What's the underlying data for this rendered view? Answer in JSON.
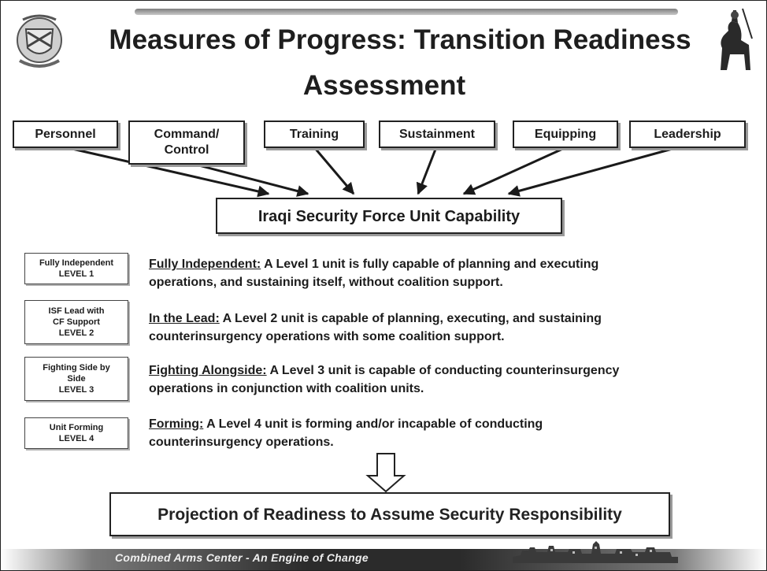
{
  "title": {
    "line1": "Measures of Progress:  Transition Readiness",
    "line2": "Assessment"
  },
  "categories": [
    {
      "line1": "Personnel",
      "line2": ""
    },
    {
      "line1": "Command/",
      "line2": "Control"
    },
    {
      "line1": "Training",
      "line2": ""
    },
    {
      "line1": "Sustainment",
      "line2": ""
    },
    {
      "line1": "Equipping",
      "line2": ""
    },
    {
      "line1": "Leadership",
      "line2": ""
    }
  ],
  "hub": "Iraqi Security Force Unit Capability",
  "levels": [
    {
      "badge": [
        "Fully Independent",
        "LEVEL 1"
      ],
      "term": "Fully Independent:",
      "text1": " A Level 1 unit is fully capable of planning and executing",
      "text2": "operations, and sustaining itself, without coalition support."
    },
    {
      "badge": [
        "ISF Lead with",
        "CF Support",
        "LEVEL 2"
      ],
      "term": "In the Lead:",
      "text1": " A Level 2 unit is capable of planning, executing, and sustaining",
      "text2": "counterinsurgency operations with some coalition support."
    },
    {
      "badge": [
        "Fighting Side by",
        "Side",
        "LEVEL 3"
      ],
      "term": "Fighting Alongside:",
      "text1": " A Level 3 unit is capable of conducting counterinsurgency",
      "text2": "operations in conjunction with coalition units."
    },
    {
      "badge": [
        "Unit Forming",
        "LEVEL 4"
      ],
      "term": "Forming:",
      "text1": " A Level 4 unit is forming and/or incapable of conducting",
      "text2": "counterinsurgency operations."
    }
  ],
  "result": "Projection of Readiness to Assume Security Responsibility",
  "footer": "Combined Arms Center - An Engine of Change",
  "icons": {
    "left_logo": "shield-emblem-icon",
    "right_logo": "knight-on-horse-icon",
    "down_arrow": "hollow-down-arrow-icon"
  }
}
